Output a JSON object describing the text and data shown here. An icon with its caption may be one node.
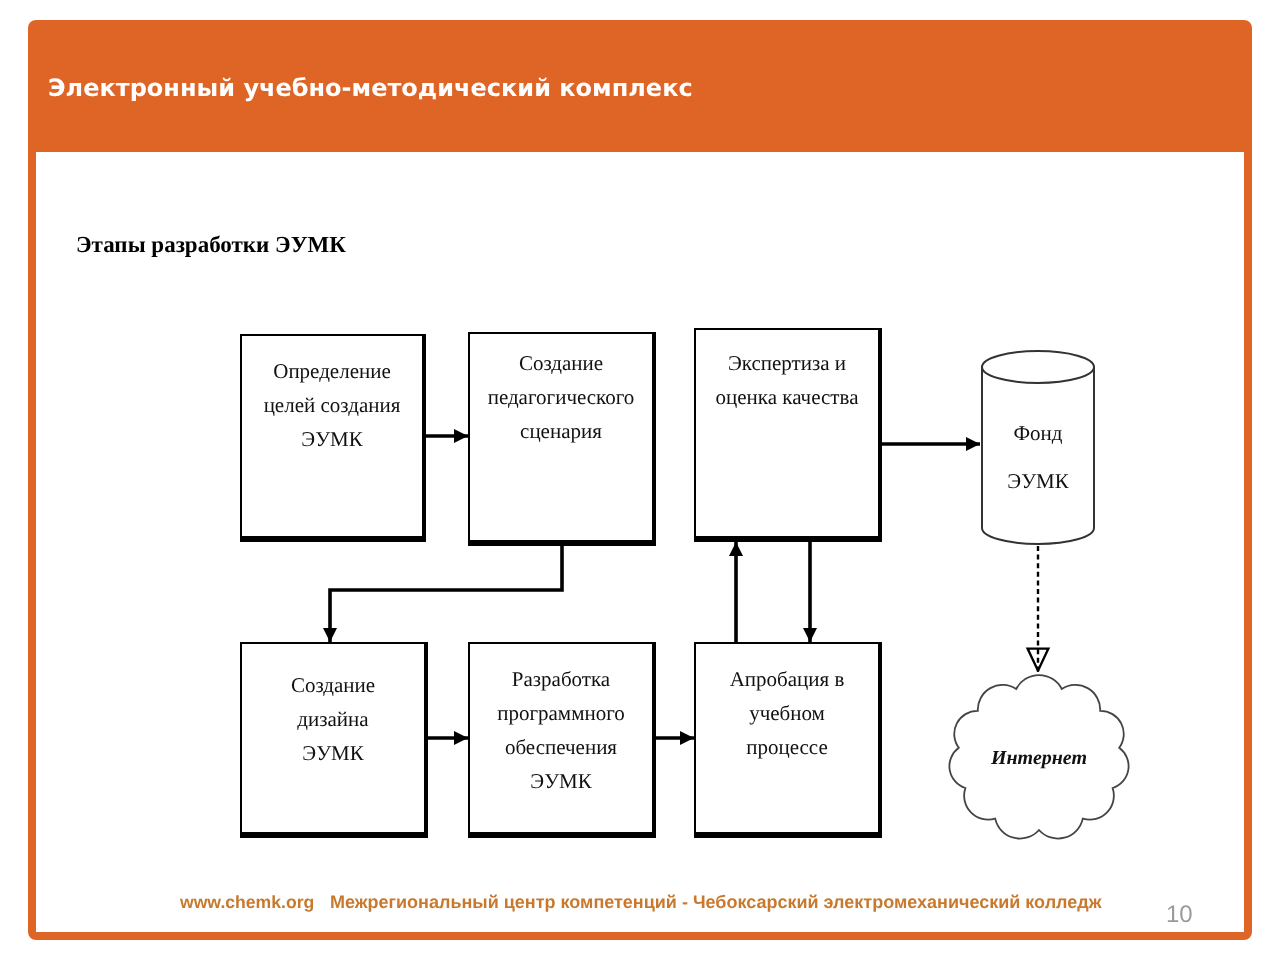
{
  "diagram": {
    "title": "Электронный учебно-методический комплекс",
    "nodes": [
      {
        "text": [
          "Определение целей создания ЭУМК"
        ]
      },
      {
        "text": [
          "Создание педагогического сценария"
        ]
      },
      {
        "text": [
          "Экспертиза и оценка качества"
        ]
      },
      {
        "text": [
          "Фонд ЭУМК"
        ]
      },
      {
        "text": [
          "Создание дизайна ЭУМК"
        ]
      },
      {
        "text": [
          "Разработка программного обеспечения ЭУМК"
        ]
      },
      {
        "text": [
          "Апробация в учебном процессе"
        ]
      },
      {
        "text": [
          "Интернет"
        ]
      }
    ],
    "edges": [
      {
        "from": 0,
        "to": 1,
        "arrow": "to"
      },
      {
        "from": 1,
        "to": 4,
        "arrow": "to"
      },
      {
        "from": 4,
        "to": 5,
        "arrow": "to"
      },
      {
        "from": 5,
        "to": 6,
        "arrow": "to"
      },
      {
        "from": 6,
        "to": 2,
        "arrow": "to"
      },
      {
        "from": 2,
        "to": 6,
        "arrow": "to"
      },
      {
        "from": 2,
        "to": 3,
        "arrow": "to"
      },
      {
        "from": 3,
        "to": 7,
        "arrow": "to",
        "style": "dashed"
      }
    ],
    "labels": [
      "Этапы разработки ЭУМК",
      "www.chemk.org",
      "Межрегиональный центр компетенций - Чебоксарский электромеханический колледж",
      "10"
    ]
  }
}
